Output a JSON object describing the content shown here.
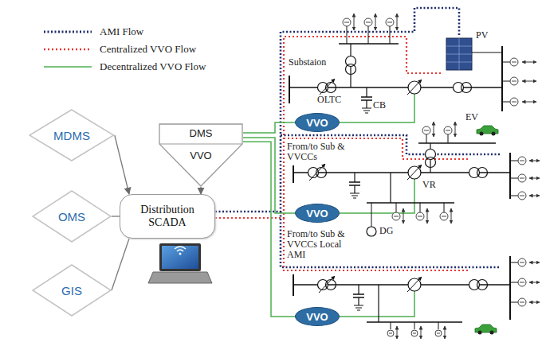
{
  "diagram": {
    "nodes": [
      {
        "text": [
          "MDMS"
        ]
      },
      {
        "text": [
          "OMS"
        ]
      },
      {
        "text": [
          "GIS"
        ]
      },
      {
        "text": [
          "DMS",
          "VVO"
        ]
      },
      {
        "text": [
          "Distribution SCADA"
        ]
      },
      {
        "text": [
          "VVO"
        ]
      },
      {
        "text": [
          "VVO"
        ]
      },
      {
        "text": [
          "VVO"
        ]
      }
    ],
    "edges": [
      {
        "from": 0,
        "to": 4,
        "arrow": "to"
      },
      {
        "from": 1,
        "to": 4,
        "arrow": "none"
      },
      {
        "from": 2,
        "to": 4,
        "arrow": "none"
      },
      {
        "from": 3,
        "to": 4,
        "arrow": "to"
      },
      {
        "from": 3,
        "to": 5,
        "arrow": "none"
      },
      {
        "from": 3,
        "to": 6,
        "arrow": "none"
      },
      {
        "from": 3,
        "to": 7,
        "arrow": "none"
      }
    ],
    "labels": [
      "Substaion",
      "OLTC",
      "CB",
      "PV",
      "EV",
      "VR",
      "DG",
      "From/to Sub & VVCCs",
      "From/to Sub & VVCCs Local AMI"
    ],
    "legend": [
      {
        "text": "AMI Flow"
      },
      {
        "text": "Centralized VVO Flow"
      },
      {
        "text": "Decentralized VVO Flow"
      }
    ]
  }
}
